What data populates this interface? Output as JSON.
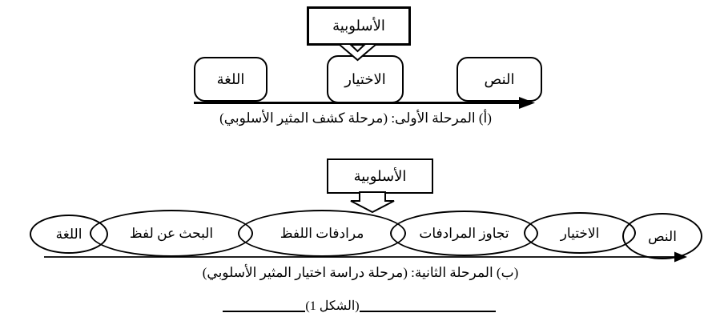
{
  "stage_a": {
    "stylistics_label": "الأسلوبية",
    "nodes": [
      {
        "label": "اللغة"
      },
      {
        "label": "الاختيار"
      },
      {
        "label": "النص"
      }
    ],
    "caption": "(أ)  المرحلة الأولى: (مرحلة كشف المثير الأسلوبي)"
  },
  "stage_b": {
    "stylistics_label": "الأسلوبية",
    "nodes": [
      {
        "label": "اللغة"
      },
      {
        "label": "البحث عن لفظ"
      },
      {
        "label": "مرادفات اللفظ"
      },
      {
        "label": "تجاوز المرادفات"
      },
      {
        "label": "الاختيار"
      },
      {
        "label": "النص"
      }
    ],
    "caption": "(ب) المرحلة الثانية: (مرحلة دراسة اختيار المثير الأسلوبي)"
  },
  "figure_label": "(الشكل 1)",
  "colors": {
    "stroke": "#000000",
    "background": "#ffffff"
  }
}
